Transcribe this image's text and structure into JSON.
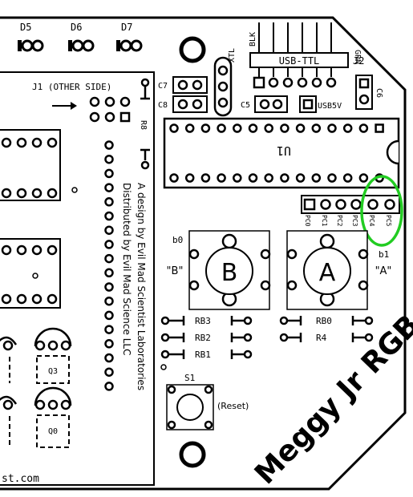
{
  "leds": [
    "D5",
    "D6",
    "D7"
  ],
  "j1_label": "J1 (OTHER SIDE)",
  "cap_labels": {
    "c7": "C7",
    "c8": "C8",
    "c5": "C5",
    "c6": "C6"
  },
  "xtl_label": "XTL",
  "usb_ttl_label": "USB-TTL",
  "j2_label": "J2",
  "blk_label": "BLK",
  "grn_label": "GRN",
  "usb5v_label": "USB5V",
  "r8_label": "R8",
  "u1_label": "U1",
  "pc_labels": [
    "PC0",
    "PC1",
    "PC2",
    "PC3",
    "PC4",
    "PC5"
  ],
  "credit_lines": [
    "A design by Evil Mad Scientist Laboratories",
    "Distributed by Evil Mad Science LLC"
  ],
  "buttons": {
    "b_label": "B",
    "a_label": "A",
    "b_quote": "\"B\"",
    "a_quote": "\"A\"",
    "b0_label": "b0",
    "b1_label": "b1"
  },
  "resistors_left": [
    "RB3",
    "RB2",
    "RB1"
  ],
  "resistors_right": [
    "RB0",
    "R4"
  ],
  "transistors": [
    "Q3",
    "Q0"
  ],
  "reset": {
    "ref": "S1",
    "label": "(Reset)"
  },
  "url_fragment": "st.com",
  "brand": "Meggy Jr RGB",
  "colors": {
    "silkscreen": "#000000",
    "board": "#ffffff",
    "highlight": "#22cc22"
  }
}
